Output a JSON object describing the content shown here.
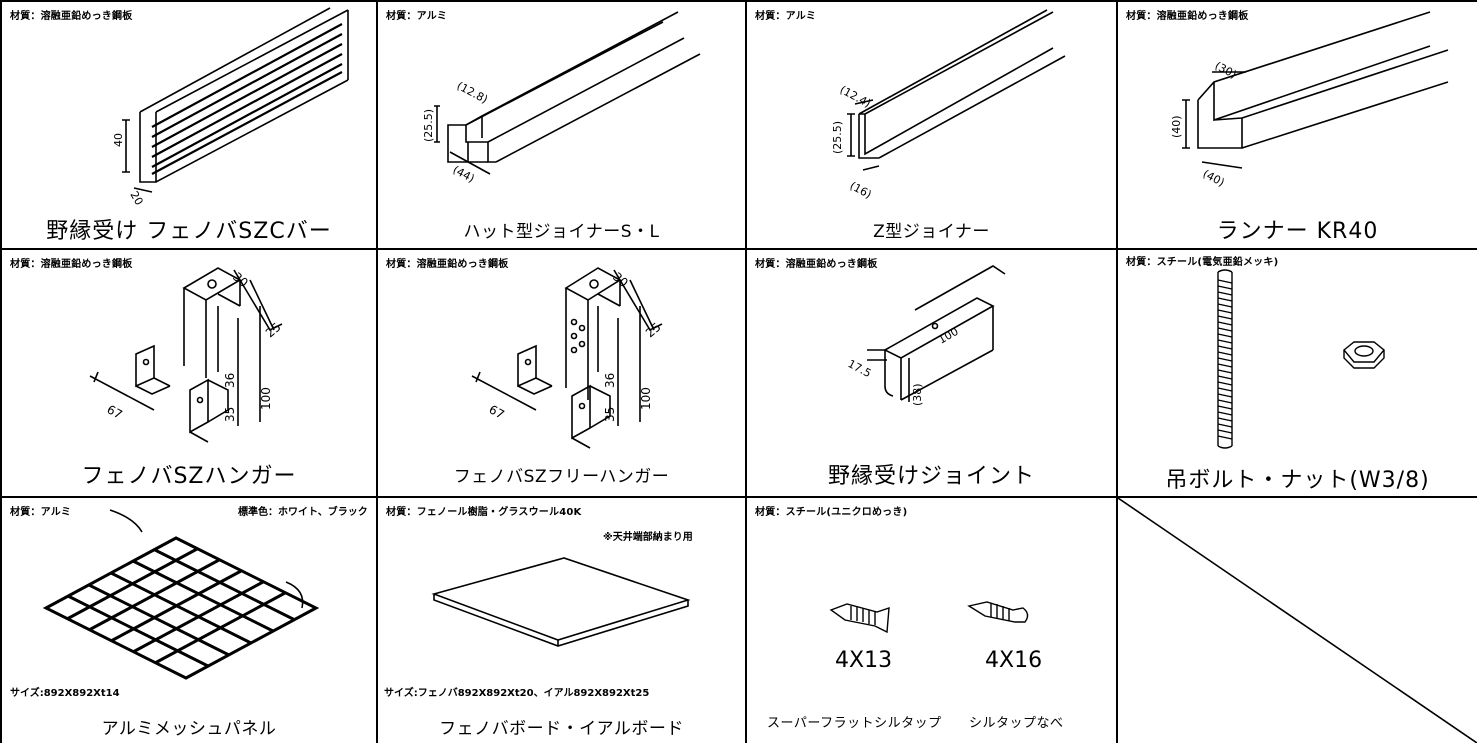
{
  "cells": [
    {
      "material": "材質：溶融亜鉛めっき鋼板",
      "name": "野縁受け フェノバSZCバー",
      "dims": [
        "40",
        "20"
      ]
    },
    {
      "material": "材質：アルミ",
      "name": "ハット型ジョイナーS・L",
      "dims": [
        "(12.8)",
        "(25.5)",
        "(44)"
      ]
    },
    {
      "material": "材質：アルミ",
      "name": "Z型ジョイナー",
      "dims": [
        "(12.4)",
        "(25.5)",
        "(16)"
      ]
    },
    {
      "material": "材質：溶融亜鉛めっき鋼板",
      "name": "ランナー KR40",
      "dims": [
        "(30)",
        "(40)",
        "(40)"
      ]
    },
    {
      "material": "材質：溶融亜鉛めっき鋼板",
      "name": "フェノバSZハンガー",
      "dims": [
        "30",
        "25",
        "36",
        "100",
        "35",
        "67"
      ]
    },
    {
      "material": "材質：溶融亜鉛めっき鋼板",
      "name": "フェノバSZフリーハンガー",
      "dims": [
        "30",
        "25",
        "36",
        "100",
        "35",
        "67"
      ]
    },
    {
      "material": "材質：溶融亜鉛めっき鋼板",
      "name": "野縁受けジョイント",
      "dims": [
        "100",
        "17.5",
        "(38)"
      ]
    },
    {
      "material": "材質：スチール(電気亜鉛メッキ)",
      "name": "吊ボルト・ナット(W3/8)",
      "dims": []
    },
    {
      "material": "材質：アルミ",
      "standard_color": "標準色：ホワイト、ブラック",
      "size": "サイズ:892X892Xt14",
      "name": "アルミメッシュパネル",
      "dims": []
    },
    {
      "material": "材質：フェノール樹脂・グラスウール40K",
      "note": "※天井端部納まり用",
      "size": "サイズ:フェノバ892X892Xt20、イアル892X892Xt25",
      "name": "フェノバボード・イアルボード",
      "dims": []
    },
    {
      "material": "材質：スチール(ユニクロめっき)",
      "name": "",
      "screw1": "4X13",
      "screw2": "4X16",
      "screw1_name": "スーパーフラットシルタップ",
      "screw2_name": "シルタップなべ",
      "dims": []
    }
  ]
}
